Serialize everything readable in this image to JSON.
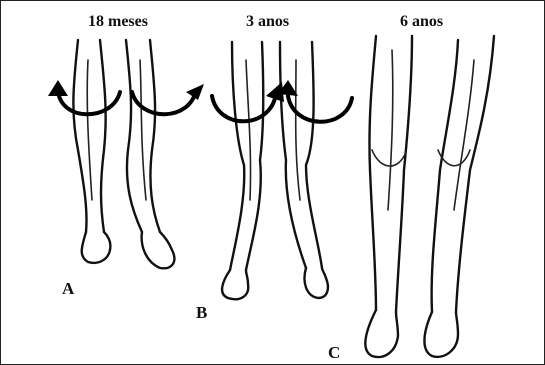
{
  "stages": [
    {
      "age": "18 meses",
      "letter": "A"
    },
    {
      "age": "3 anos",
      "letter": "B"
    },
    {
      "age": "6 anos",
      "letter": "C"
    }
  ]
}
